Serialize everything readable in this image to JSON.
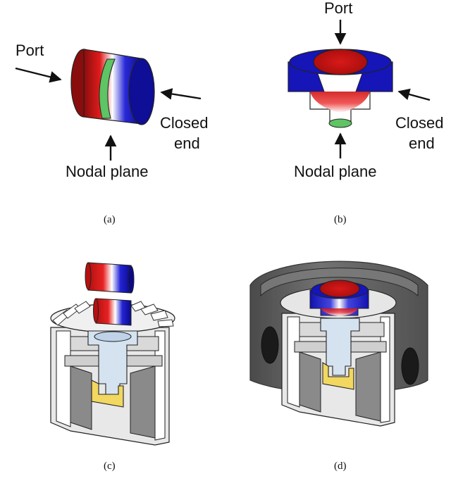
{
  "panels": [
    {
      "id": "a",
      "caption": "(a)",
      "labels": {
        "port": "Port",
        "closed_line1": "Closed",
        "closed_line2": "end",
        "nodal": "Nodal plane"
      }
    },
    {
      "id": "b",
      "caption": "(b)",
      "labels": {
        "port": "Port",
        "closed_line1": "Closed",
        "closed_line2": "end",
        "nodal": "Nodal plane"
      }
    },
    {
      "id": "c",
      "caption": "(c)"
    },
    {
      "id": "d",
      "caption": "(d)"
    }
  ],
  "colors": {
    "pressure_high": "#c41111",
    "pressure_low": "#1111b8",
    "nodal_plane": "#5ec464",
    "yellow_part": "#f2d760",
    "housing_grey": "#4a4a4a",
    "light_blue_part": "#d5e2f0"
  }
}
